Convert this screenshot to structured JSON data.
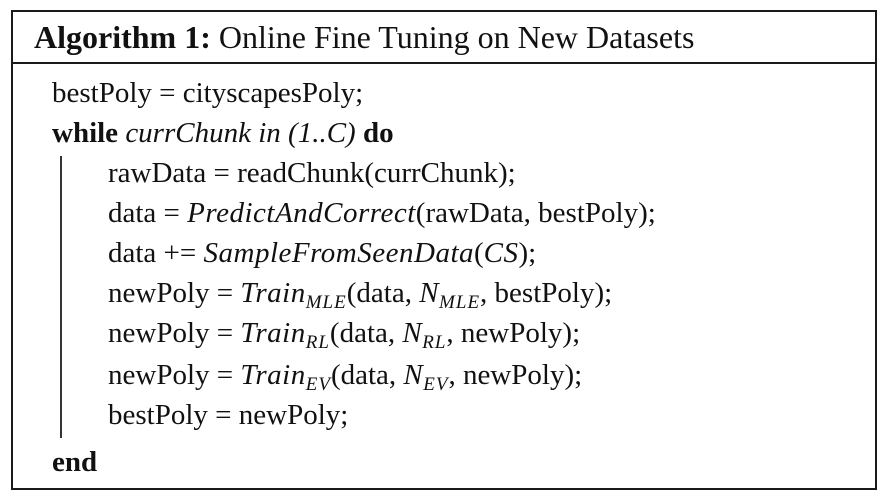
{
  "algorithm": {
    "label": "Algorithm 1:",
    "title": "Online Fine Tuning on New Datasets",
    "init": "bestPoly = cityscapesPoly;",
    "while": {
      "keyword": "while",
      "condition_var": "currChunk in",
      "condition_range": "(1..C)",
      "do": "do"
    },
    "body": {
      "l1": "rawData = readChunk(currChunk);",
      "l2": {
        "pre": "data = ",
        "fn": "PredictAndCorrect",
        "args": "(rawData, bestPoly);"
      },
      "l3": {
        "pre": "data += ",
        "fn": "SampleFromSeenData",
        "args_open": "(",
        "arg": "CS",
        "args_close": ");"
      },
      "l4": {
        "pre": "newPoly = ",
        "fn": "Train",
        "sub": "MLE",
        "args_a": "(data, ",
        "n": "N",
        "n_sub": "MLE",
        "args_b": ", bestPoly);"
      },
      "l5": {
        "pre": "newPoly = ",
        "fn": "Train",
        "sub": "RL",
        "args_a": "(data, ",
        "n": "N",
        "n_sub": "RL",
        "args_b": ", newPoly);"
      },
      "l6": {
        "pre": "newPoly = ",
        "fn": "Train",
        "sub": "EV",
        "args_a": "(data, ",
        "n": "N",
        "n_sub": "EV",
        "args_b": ", newPoly);"
      },
      "l7": "bestPoly = newPoly;"
    },
    "end": "end"
  }
}
